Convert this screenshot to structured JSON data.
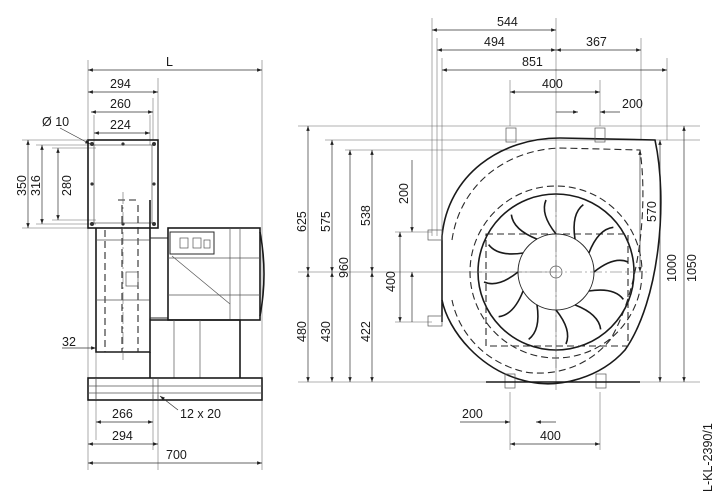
{
  "drawing_code": "L-KL-2390/1",
  "side_view": {
    "top_dims": [
      "L",
      "294",
      "260",
      "224"
    ],
    "hole": "Ø 10",
    "left_dims": [
      "350",
      "316",
      "280"
    ],
    "bottom_dims": [
      "32",
      "266",
      "294",
      "700"
    ],
    "holes_label": "12 x 20"
  },
  "front_view": {
    "top_dims": [
      "544",
      "494",
      "367",
      "851",
      "400",
      "200"
    ],
    "left_dims": [
      "625",
      "575",
      "960",
      "538",
      "200",
      "400",
      "480",
      "430",
      "422"
    ],
    "right_dims": [
      "570",
      "1000",
      "1050"
    ],
    "bottom_dims": [
      "200",
      "400"
    ]
  }
}
